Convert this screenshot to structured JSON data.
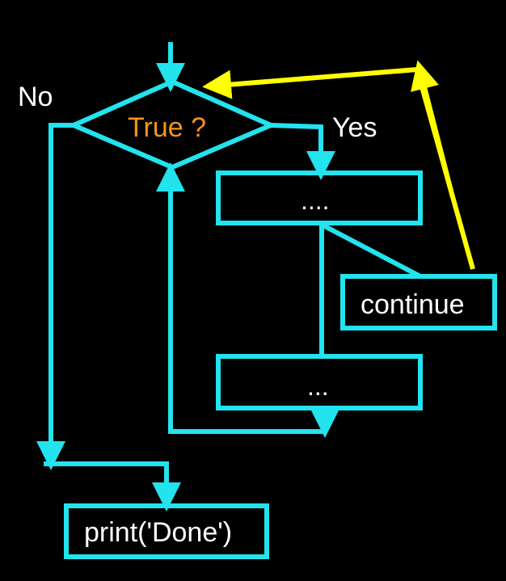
{
  "diagram": {
    "type": "flowchart",
    "decision": {
      "text": "True ?"
    },
    "branches": {
      "no": "No",
      "yes": "Yes"
    },
    "boxes": {
      "body_first": "....",
      "continue": "continue",
      "body_second": "...",
      "print": "print('Done')"
    },
    "colors": {
      "background": "#000000",
      "flow_line": "#22e3ee",
      "continue_arrow": "#ffff00",
      "decision_text": "#f7941d",
      "text": "#ffffff"
    }
  }
}
